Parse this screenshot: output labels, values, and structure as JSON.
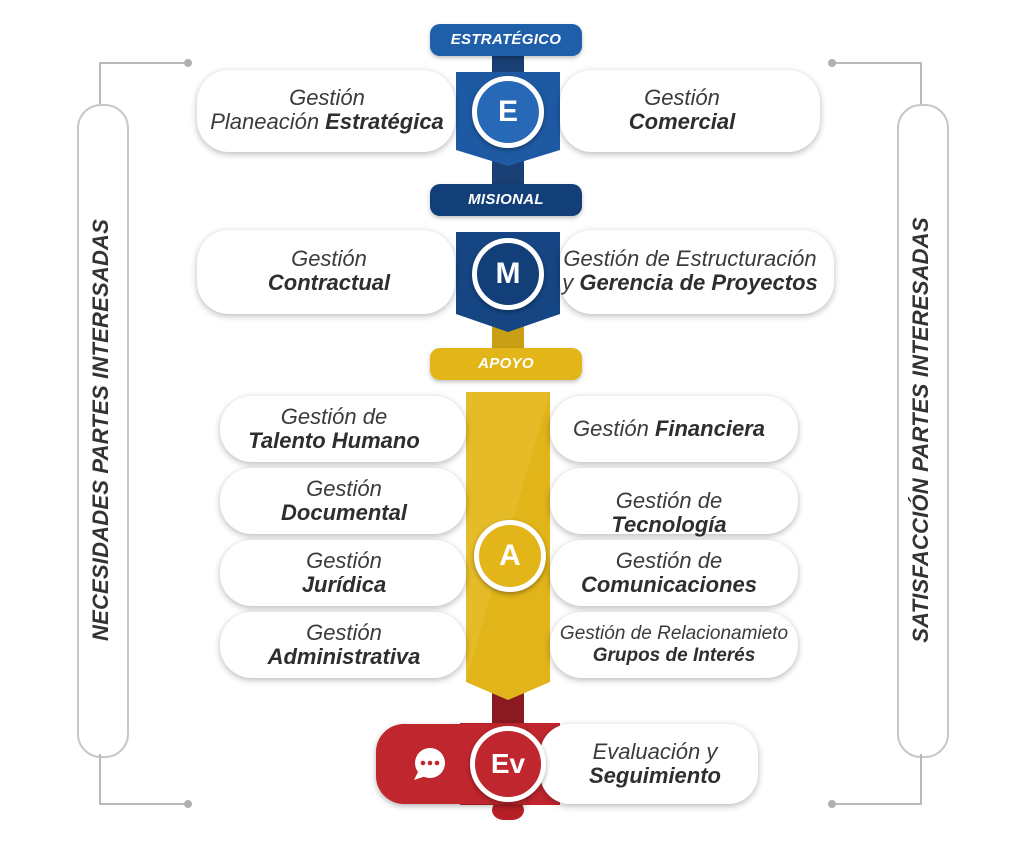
{
  "side_left": "NECESIDADES PARTES INTERESADAS",
  "side_right": "SATISFACCIÓN PARTES INTERESADAS",
  "strategic": {
    "label": "ESTRATÉGICO",
    "letter": "E",
    "left": {
      "l1": "Gestión",
      "l2a": "Planeación ",
      "l2b": "Estratégica"
    },
    "right": {
      "l1": "Gestión",
      "l2": "Comercial"
    }
  },
  "misional": {
    "label": "MISIONAL",
    "letter": "M",
    "left": {
      "l1": "Gestión",
      "l2": "Contractual"
    },
    "right": {
      "l1": "Gestión de Estructuración",
      "l2a": "y ",
      "l2b": "Gerencia de Proyectos"
    }
  },
  "apoyo": {
    "label": "APOYO",
    "letter": "A",
    "rows": [
      {
        "left_l1": "Gestión de",
        "left_l2": "Talento Humano",
        "right_a": "Gestión ",
        "right_b": "Financiera"
      },
      {
        "left_l1": "Gestión",
        "left_l2": "Documental",
        "right_a": "Gestión de ",
        "right_b": "Tecnología"
      },
      {
        "left_l1": "Gestión",
        "left_l2": "Jurídica",
        "right_l1": "Gestión de",
        "right_l2": "Comunicaciones"
      },
      {
        "left_l1": "Gestión",
        "left_l2": "Administrativa",
        "right_l1": "Gestión de Relacionamieto",
        "right_l2": "Grupos de Interés"
      }
    ]
  },
  "evaluacion": {
    "letter": "Ev",
    "right": {
      "l1": "Evaluación y",
      "l2": "Seguimiento"
    },
    "icon": "chat-bubble-icon"
  },
  "colors": {
    "strategic": "#1f5ea8",
    "misional": "#123f78",
    "apoyo": "#e2b518",
    "evaluacion": "#c1272d"
  }
}
